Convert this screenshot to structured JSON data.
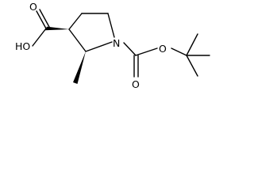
{
  "molecule": {
    "atoms": {
      "hydroxyl": "HO",
      "carboxyl_oxygen": "O",
      "ring_nitrogen": "N",
      "ester_oxygen": "O",
      "carbonyl_oxygen": "O"
    }
  }
}
